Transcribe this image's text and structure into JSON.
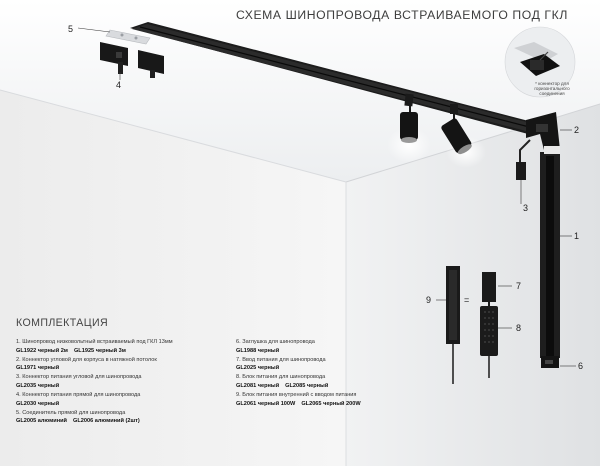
{
  "title": "СХЕМА ШИНОПРОВОДА ВСТРАИВАЕМОГО ПОД ГКЛ",
  "callouts": {
    "c1": "1",
    "c2": "2",
    "c3": "3",
    "c4": "4",
    "c5": "5",
    "c6": "6",
    "c7": "7",
    "c8": "8",
    "c9": "9",
    "eq": "="
  },
  "connector_note": {
    "line1": "* коннектор для",
    "line2": "горизонтального",
    "line3": "соединения"
  },
  "kit": {
    "heading": "КОМПЛЕКТАЦИЯ",
    "left": [
      {
        "name": "1. Шинопровод низковольтный встраиваемый под ГКЛ 13мм",
        "codes": [
          "GL1922 черный 2м",
          "GL1925 черный 3м"
        ]
      },
      {
        "name": "2. Коннектор угловой для корпуса в натяжной потолок",
        "codes": [
          "GL1971 черный"
        ]
      },
      {
        "name": "3. Коннектор питания угловой для шинопровода",
        "codes": [
          "GL2035 черный"
        ]
      },
      {
        "name": "4. Коннектор питания прямой для шинопровода",
        "codes": [
          "GL2030 черный"
        ]
      },
      {
        "name": "5. Соединитель прямой для шинопровода",
        "codes": [
          "GL2005 алюминий",
          "GL2006 алюминий (2шт)"
        ]
      }
    ],
    "right": [
      {
        "name": "6. Заглушка для шинопровода",
        "codes": [
          "GL1988 черный"
        ]
      },
      {
        "name": "7. Ввод питания для шинопровода",
        "codes": [
          "GL2025 черный"
        ]
      },
      {
        "name": "8. Блок питания для шинопровода",
        "codes": [
          "GL2081 черный",
          "GL2085 черный"
        ]
      },
      {
        "name": "9. Блок питания внутренний с вводом питания",
        "codes": [
          "GL2061 черный 100W",
          "GL2065 черный 200W"
        ]
      }
    ]
  }
}
